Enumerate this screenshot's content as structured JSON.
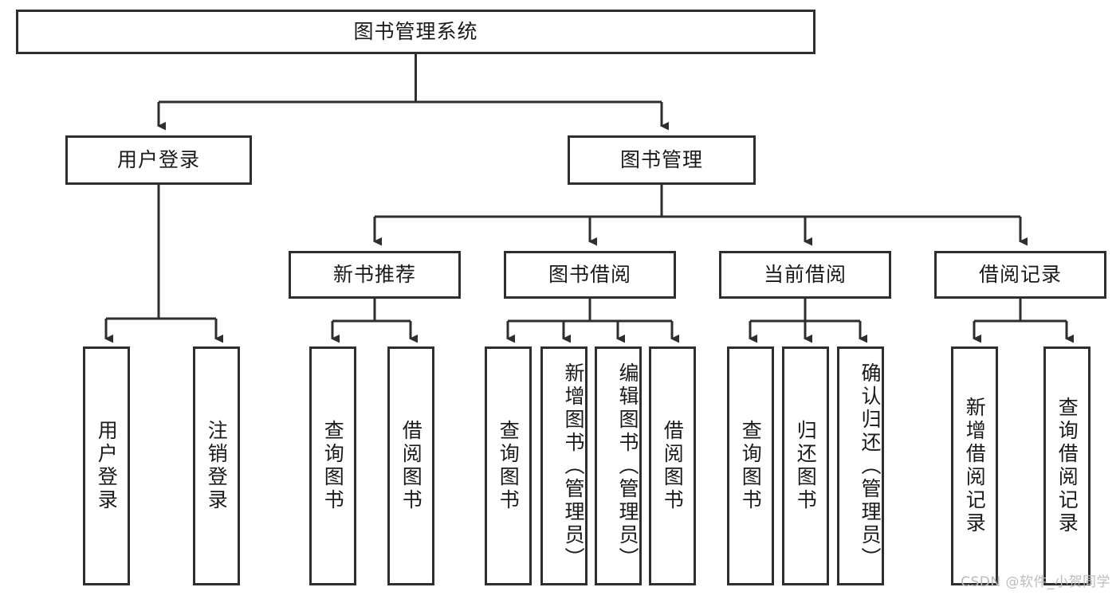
{
  "diagram": {
    "title": "图书管理系统",
    "type": "tree-hierarchy-diagram",
    "watermark": "CSDN @软件_小贺同学",
    "colors": {
      "border": "#2e2e2e",
      "background": "#ffffff",
      "text": "#1a1a1a",
      "watermark": "#bcbcbc"
    },
    "nodes": {
      "root": "图书管理系统",
      "level2": [
        "用户登录",
        "图书管理"
      ],
      "level3": [
        "新书推荐",
        "图书借阅",
        "当前借阅",
        "借阅记录"
      ],
      "leaves": [
        "用户登录",
        "注销登录",
        "查询图书",
        "借阅图书",
        "查询图书",
        "新增图书（管理员）",
        "编辑图书（管理员）",
        "借阅图书",
        "查询图书",
        "归还图书",
        "确认归还（管理员）",
        "新增借阅记录",
        "查询借阅记录"
      ]
    },
    "edges": [
      {
        "from": "图书管理系统",
        "to": "用户登录"
      },
      {
        "from": "图书管理系统",
        "to": "图书管理"
      },
      {
        "from": "用户登录",
        "to": "用户登录"
      },
      {
        "from": "用户登录",
        "to": "注销登录"
      },
      {
        "from": "图书管理",
        "to": "新书推荐"
      },
      {
        "from": "图书管理",
        "to": "图书借阅"
      },
      {
        "from": "图书管理",
        "to": "当前借阅"
      },
      {
        "from": "图书管理",
        "to": "借阅记录"
      },
      {
        "from": "新书推荐",
        "to": "查询图书"
      },
      {
        "from": "新书推荐",
        "to": "借阅图书"
      },
      {
        "from": "图书借阅",
        "to": "查询图书"
      },
      {
        "from": "图书借阅",
        "to": "新增图书（管理员）"
      },
      {
        "from": "图书借阅",
        "to": "编辑图书（管理员）"
      },
      {
        "from": "图书借阅",
        "to": "借阅图书"
      },
      {
        "from": "当前借阅",
        "to": "查询图书"
      },
      {
        "from": "当前借阅",
        "to": "归还图书"
      },
      {
        "from": "当前借阅",
        "to": "确认归还（管理员）"
      },
      {
        "from": "借阅记录",
        "to": "新增借阅记录"
      },
      {
        "from": "借阅记录",
        "to": "查询借阅记录"
      }
    ]
  }
}
